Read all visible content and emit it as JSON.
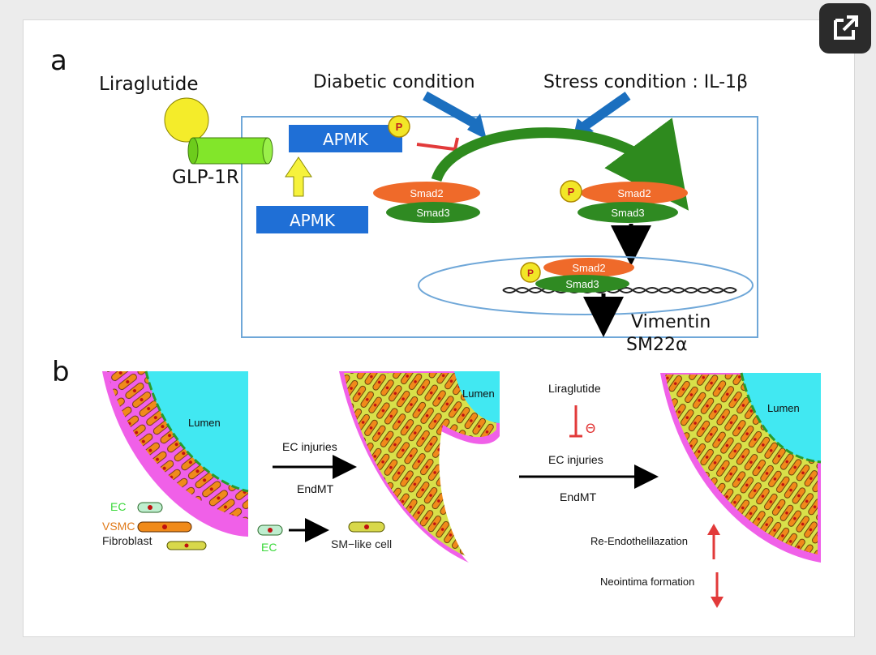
{
  "panel_a": {
    "label": "a",
    "drug": "Liraglutide",
    "receptor": "GLP-1R",
    "diabetic": "Diabetic condition",
    "stress": "Stress condition : IL-1β",
    "ampk_top": "APMK",
    "ampk_bottom": "APMK",
    "phospho": "P",
    "smad2": "Smad2",
    "smad3": "Smad3",
    "vimentin": "Vimentin",
    "sm22": "SM22α"
  },
  "panel_b": {
    "label": "b",
    "lumen": "Lumen",
    "ec_injuries": "EC injuries",
    "endmt": "EndMT",
    "legend_ec": "EC",
    "legend_vsmc": "VSMC",
    "legend_fibroblast": "Fibroblast",
    "ec_small": "EC",
    "sm_like": "SM−like cell",
    "liraglutide": "Liraglutide",
    "inhibit": "Θ",
    "re_endo": "Re-Endothelilazation",
    "neointima": "Neointima formation"
  },
  "colors": {
    "ampk_box": "#1f6fd6",
    "smad2": "#ef6a2a",
    "smad3": "#2f8a22",
    "phospho": "#f2e627",
    "lumen": "#41e8f2",
    "wall": "#f060e8",
    "cell_orange": "#f08a1a",
    "cell_yellow": "#e8e83a",
    "arrow_blue": "#1b6fbf",
    "inhibit_red": "#e23a3a"
  },
  "icons": {
    "expand": "external-link-icon"
  }
}
